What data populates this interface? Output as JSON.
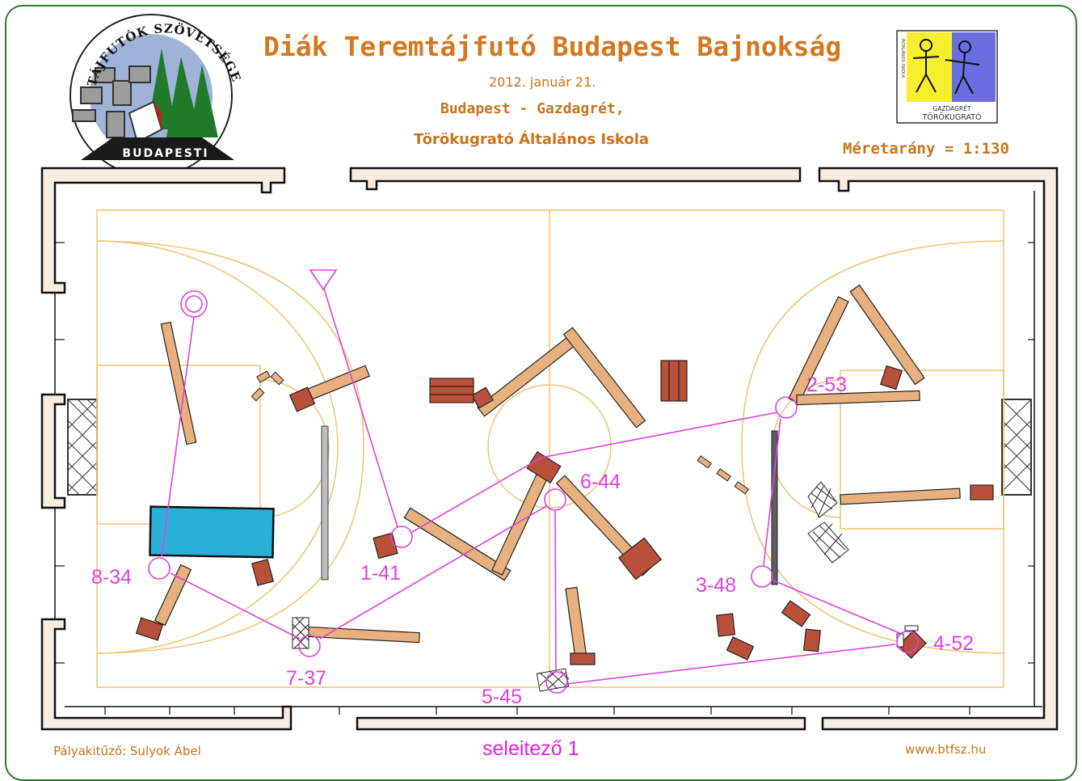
{
  "header": {
    "title": "Diák Teremtájfutó Budapest Bajnokság",
    "date": "2012. január 21.",
    "location_line1": "Budapest - Gazdagrét,",
    "location_line2": "Törökugrató Általános Iskola",
    "scale": "Méretarány = 1:130"
  },
  "logo_left": {
    "arc_text": "TÁJFUTÓK SZÖVETSÉGE",
    "banner_text": "BUDAPESTI"
  },
  "logo_right": {
    "text_top": "GAZDAGRÉT",
    "text_bottom": "TÖRÖKUGRATÓ",
    "side_text": "ÁLTALÁNOS ISKOLA"
  },
  "footer": {
    "course_setter": "Pályakitűző: Sulyok Ábel",
    "course_name": "seleitező 1",
    "website": "www.btfsz.hu"
  },
  "controls": [
    {
      "label": "1-41"
    },
    {
      "label": "2-53"
    },
    {
      "label": "3-48"
    },
    {
      "label": "4-52"
    },
    {
      "label": "5-45"
    },
    {
      "label": "6-44"
    },
    {
      "label": "7-37"
    },
    {
      "label": "8-34"
    }
  ],
  "colors": {
    "course": "#e040e0",
    "bench": "#e8b07e",
    "box": "#b8503a",
    "court_lines": "#efc36e",
    "table": "#2ab0d6",
    "text_orange": "#c9731b",
    "frame_green": "#2f7a2a"
  }
}
